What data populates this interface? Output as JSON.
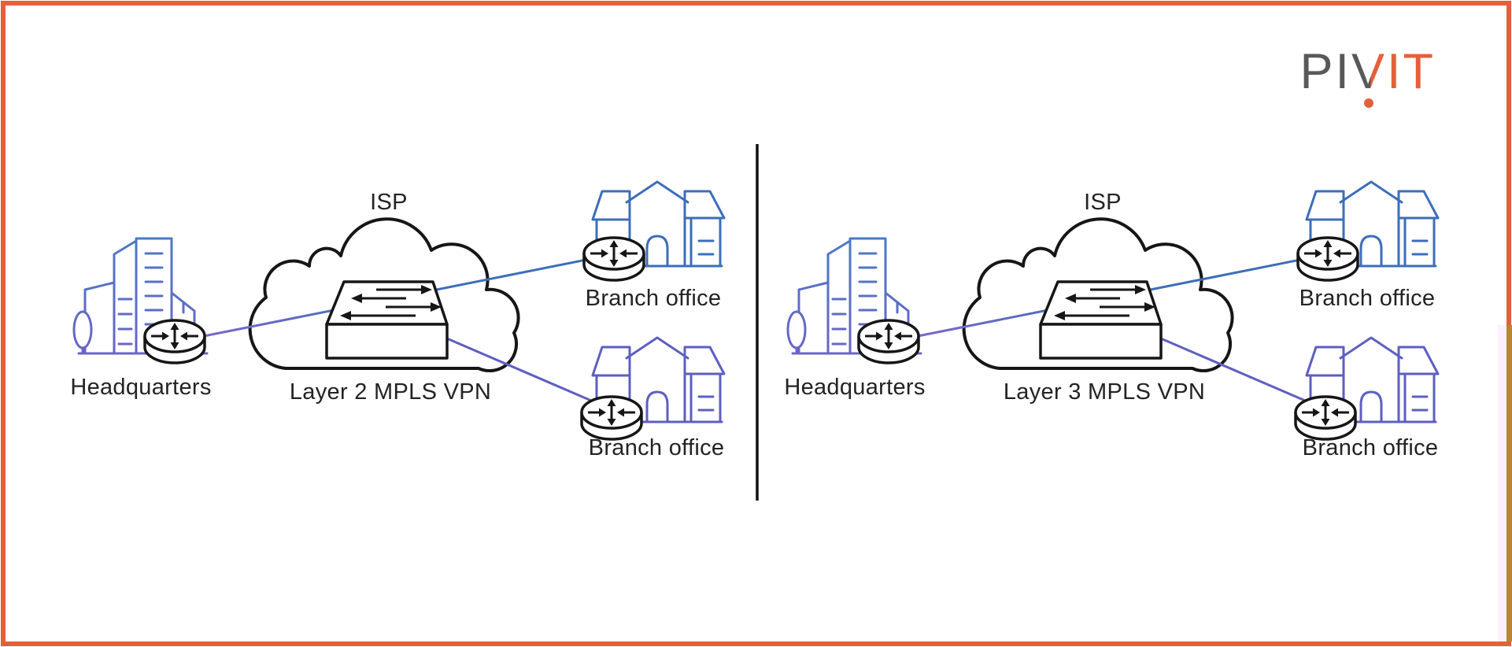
{
  "logo": {
    "gray_part": "PI",
    "v_part": "V",
    "orange_part": "IT"
  },
  "panels": [
    {
      "id": "layer2-mpls-vpn",
      "isp_label": "ISP",
      "vpn_label": "Layer 2 MPLS VPN",
      "hq_label": "Headquarters",
      "branch_top_label": "Branch office",
      "branch_bottom_label": "Branch office"
    },
    {
      "id": "layer3-mpls-vpn",
      "isp_label": "ISP",
      "vpn_label": "Layer 3 MPLS VPN",
      "hq_label": "Headquarters",
      "branch_top_label": "Branch office",
      "branch_bottom_label": "Branch office"
    }
  ],
  "icons": {
    "router": "router-icon",
    "switch": "switch-icon",
    "cloud": "isp-cloud-icon",
    "headquarters": "office-buildings-icon",
    "branch": "house-icon"
  },
  "colors": {
    "frame_orange": "#e5603a",
    "logo_gray": "#58595b",
    "line_blue": "#3d6eb9",
    "line_purple": "#5d5fc1",
    "artwork_black": "#161616",
    "building_gradient_top": "#4a7ac6",
    "building_gradient_bottom": "#6c63c6"
  }
}
